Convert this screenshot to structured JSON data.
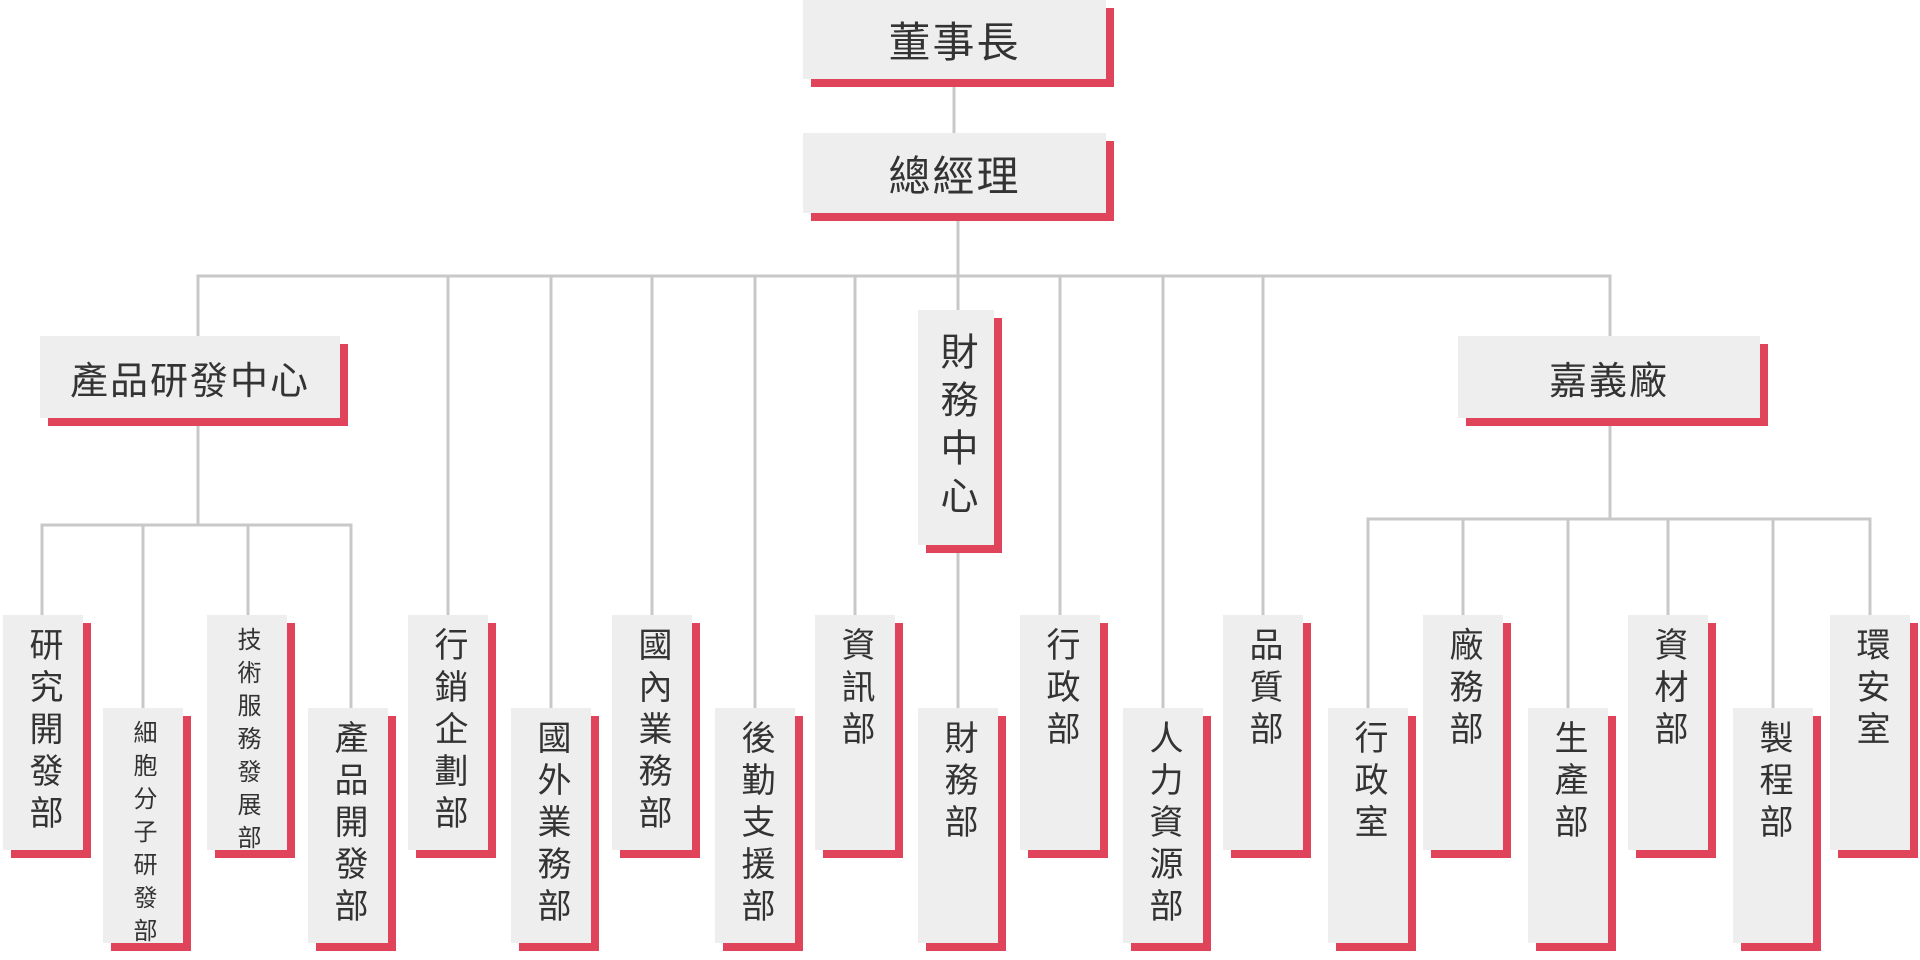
{
  "org_chart": {
    "chairman": "董事長",
    "general_manager": "總經理",
    "rd_center": {
      "name": "產品研發中心",
      "departments": [
        "研究開發部",
        "細胞分子研發部",
        "技術服務發展部",
        "產品開發部"
      ]
    },
    "marketing": "行銷企劃部",
    "international_sales": "國外業務部",
    "domestic_sales": "國內業務部",
    "logistics": "後勤支援部",
    "it": "資訊部",
    "finance_center": {
      "name": "財務中心",
      "departments": [
        "財務部"
      ]
    },
    "administration": "行政部",
    "hr": "人力資源部",
    "quality": "品質部",
    "chiayi_plant": {
      "name": "嘉義廠",
      "departments": [
        "行政室",
        "廠務部",
        "生產部",
        "資材部",
        "製程部",
        "環安室"
      ]
    }
  },
  "colors": {
    "box": "#eeeeee",
    "accent_shadow": "#e0445a",
    "connector": "#c8c8c8",
    "text": "#333333"
  }
}
